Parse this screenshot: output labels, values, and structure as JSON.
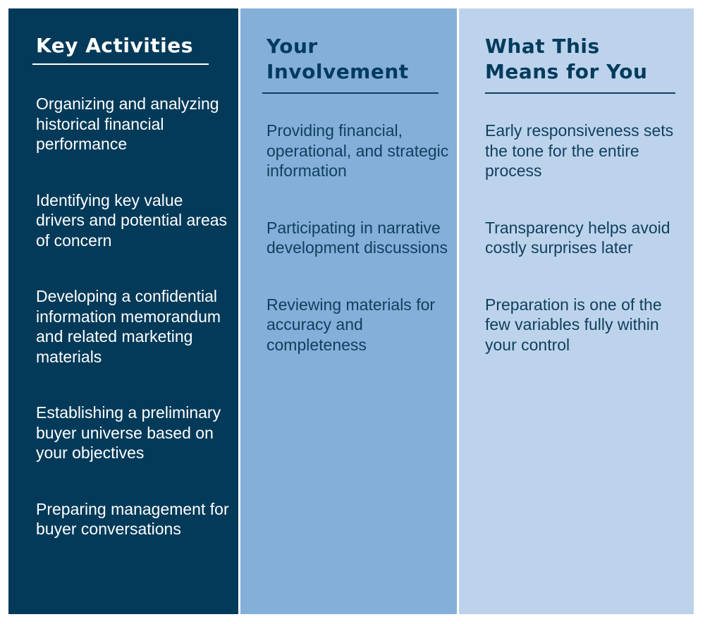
{
  "columns": [
    {
      "title": "Key Activities",
      "items": [
        "Organizing and analyzing historical financial performance",
        "Identifying key value drivers and potential areas of concern",
        "Developing a confidential information memorandum and related marketing materials",
        "Establishing a preliminary buyer universe based on your objectives",
        "Preparing management for buyer conversations"
      ]
    },
    {
      "title": "Your Involvement",
      "items": [
        "Providing financial, operational, and strategic information",
        "Participating in narrative development discussions",
        "Reviewing materials for accuracy and completeness"
      ]
    },
    {
      "title": "What This Means for You",
      "items": [
        "Early responsiveness sets the tone for the entire process",
        "Transparency helps avoid costly surprises later",
        "Preparation is one of the few variables fully within your control"
      ]
    }
  ],
  "colors": {
    "col1_bg": "#033a59",
    "col2_bg": "#84afd9",
    "col3_bg": "#bdd3ec",
    "heading_dark": "#003b5c",
    "text_dark": "#0f3f5d"
  }
}
